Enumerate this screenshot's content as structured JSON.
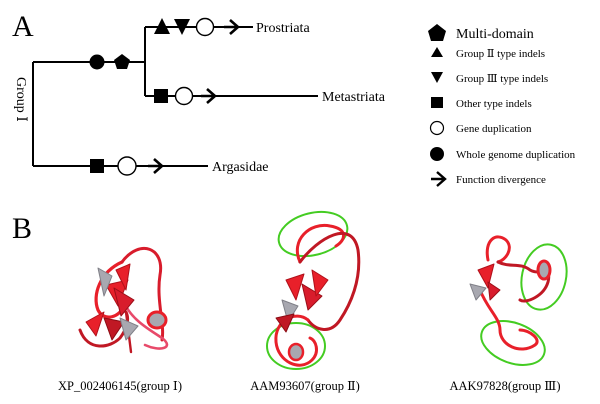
{
  "panel_a": {
    "letter": "A",
    "tree": {
      "group_label": "Group Ⅰ",
      "leaves": [
        "Prostriata",
        "Metastriata",
        "Argasidae"
      ]
    },
    "legend": [
      {
        "icon": "pentagon-icon",
        "label": "Multi-domain"
      },
      {
        "icon": "triangle-up-icon",
        "label": "Group Ⅱ type indels"
      },
      {
        "icon": "triangle-down-icon",
        "label": "Group Ⅲ type indels"
      },
      {
        "icon": "square-icon",
        "label": "Other type indels"
      },
      {
        "icon": "open-circle-icon",
        "label": "Gene duplication"
      },
      {
        "icon": "filled-circle-icon",
        "label": "Whole genome duplication"
      },
      {
        "icon": "arrow-icon",
        "label": "Function divergence"
      }
    ]
  },
  "panel_b": {
    "letter": "B",
    "structures": [
      {
        "icon": "protein-structure-icon",
        "caption": "XP_002406145(group Ⅰ)"
      },
      {
        "icon": "protein-structure-icon",
        "caption": "AAM93607(group Ⅱ)"
      },
      {
        "icon": "protein-structure-icon",
        "caption": "AAK97828(group Ⅲ)"
      }
    ]
  },
  "colors": {
    "ribbon": "#e8202a",
    "ribbon_dark": "#b0101a",
    "sheet_back": "#a8a8b0",
    "highlight_ellipse": "#44cc22"
  }
}
